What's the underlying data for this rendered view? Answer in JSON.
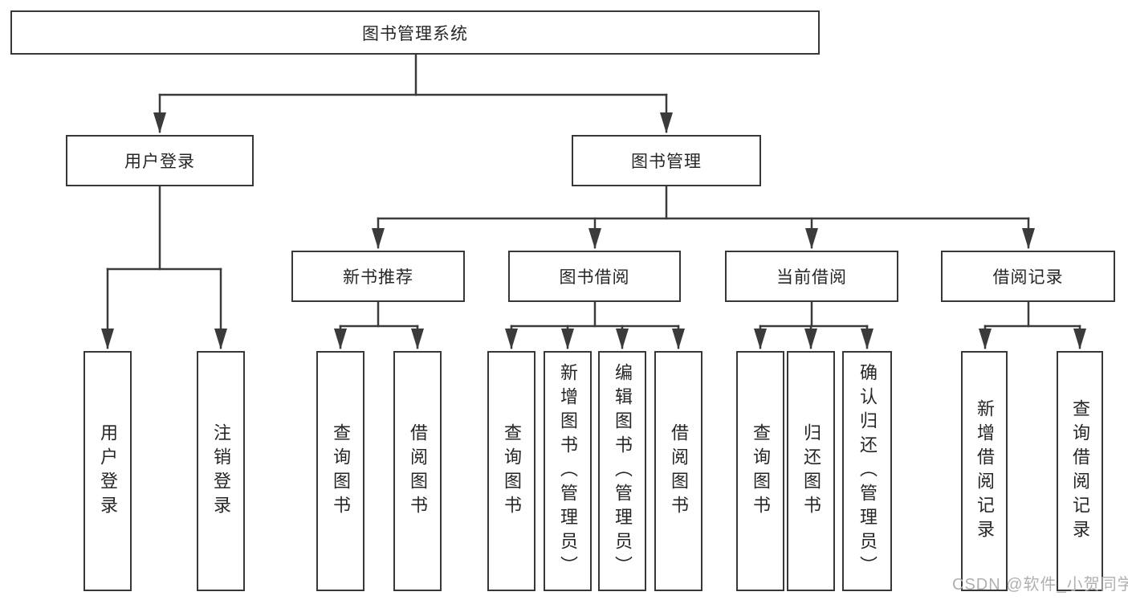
{
  "tree": {
    "root": {
      "label": "图书管理系统"
    },
    "level2": [
      {
        "label": "用户登录"
      },
      {
        "label": "图书管理"
      }
    ],
    "level3": [
      {
        "label": "新书推荐",
        "parent": "图书管理"
      },
      {
        "label": "图书借阅",
        "parent": "图书管理"
      },
      {
        "label": "当前借阅",
        "parent": "图书管理"
      },
      {
        "label": "借阅记录",
        "parent": "图书管理"
      }
    ],
    "leaves": [
      {
        "label": "用户登录",
        "parent": "用户登录"
      },
      {
        "label": "注销登录",
        "parent": "用户登录"
      },
      {
        "label": "查询图书",
        "parent": "新书推荐"
      },
      {
        "label": "借阅图书",
        "parent": "新书推荐"
      },
      {
        "label": "查询图书",
        "parent": "图书借阅"
      },
      {
        "label": "新增图书（管理员）",
        "parent": "图书借阅"
      },
      {
        "label": "编辑图书（管理员）",
        "parent": "图书借阅"
      },
      {
        "label": "借阅图书",
        "parent": "图书借阅"
      },
      {
        "label": "查询图书",
        "parent": "当前借阅"
      },
      {
        "label": "归还图书",
        "parent": "当前借阅"
      },
      {
        "label": "确认归还（管理员）",
        "parent": "当前借阅"
      },
      {
        "label": "新增借阅记录",
        "parent": "借阅记录"
      },
      {
        "label": "查询借阅记录",
        "parent": "借阅记录"
      }
    ]
  },
  "watermark": {
    "text": "CSDN @软件_小贺同学"
  },
  "colors": {
    "line": "#3b3b3b",
    "box_border": "#373737",
    "text": "#262626",
    "box_background": "#ffffff",
    "page_background": "#ffffff",
    "watermark": "#b0b0b0"
  }
}
